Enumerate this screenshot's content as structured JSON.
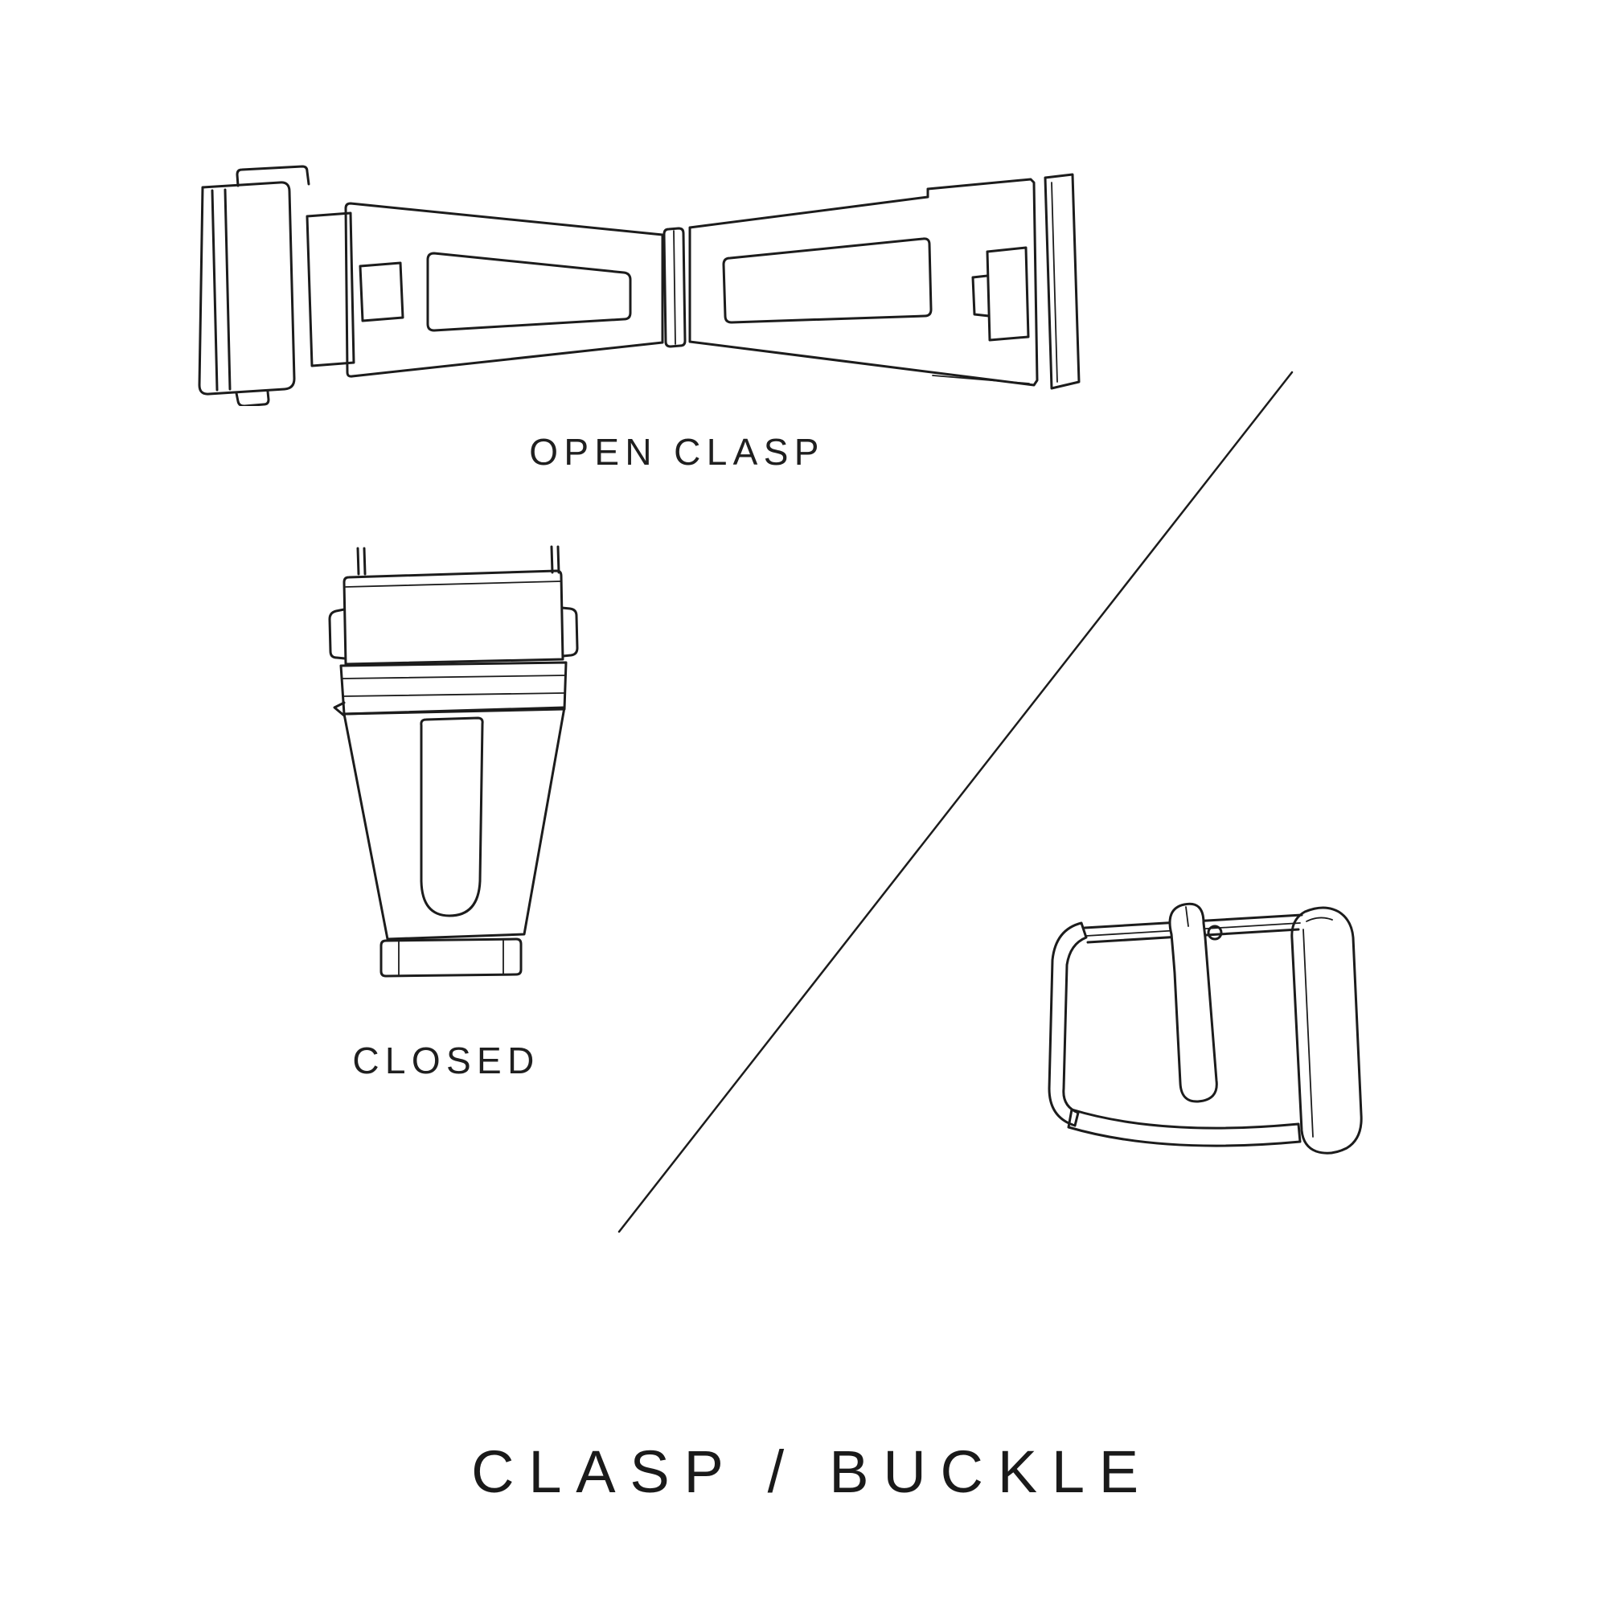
{
  "page": {
    "background": "#ffffff",
    "ink": "#1c1c1c",
    "kind": "watch strap hardware diagram"
  },
  "figures": {
    "open_clasp": {
      "label": "OPEN CLASP",
      "icon": "open-clasp-illustration"
    },
    "closed_clasp": {
      "label": "CLOSED",
      "icon": "closed-clasp-illustration"
    },
    "buckle": {
      "icon": "tang-buckle-illustration"
    }
  },
  "divider": {
    "icon": "diagonal-divider-line"
  },
  "title": {
    "text": "CLASP / BUCKLE"
  }
}
